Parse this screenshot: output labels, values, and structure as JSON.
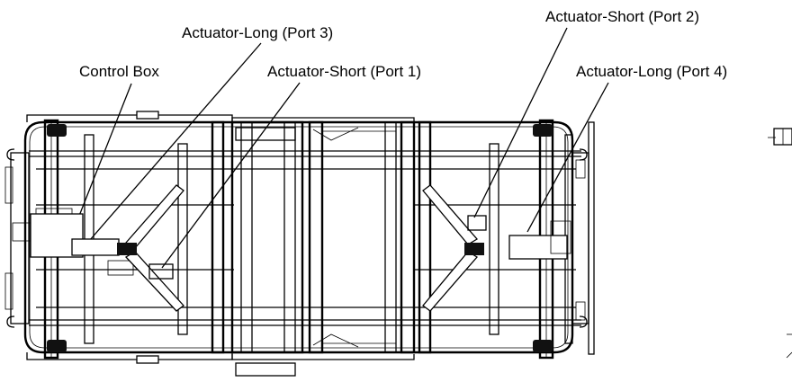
{
  "labels": {
    "control_box": "Control Box",
    "actuator_long_port3": "Actuator-Long (Port 3)",
    "actuator_short_port1": "Actuator-Short (Port 1)",
    "actuator_short_port2": "Actuator-Short (Port 2)",
    "actuator_long_port4": "Actuator-Long (Port 4)"
  },
  "colors": {
    "line": "#000000",
    "background": "#ffffff"
  }
}
